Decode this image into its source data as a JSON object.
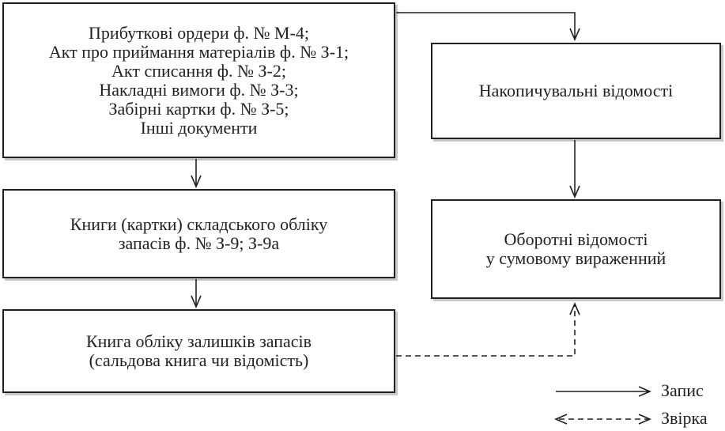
{
  "boxes": {
    "sources": {
      "lines": [
        "Прибуткові ордери ф. № М-4;",
        "Акт про приймання матеріалів ф. № З-1;",
        "Акт списання ф. № З-2;",
        "Накладні вимоги ф. № З-3;",
        "Забірні картки ф. № З-5;",
        "Інші документи"
      ]
    },
    "stock_cards": {
      "lines": [
        "Книги (картки)  складського обліку",
        "запасів ф. № З-9; З-9а"
      ]
    },
    "balance_book": {
      "lines": [
        "Книга обліку залишків запасів",
        "(сальдова книга чи відомість)"
      ]
    },
    "cumulative": {
      "lines": [
        "Накопичувальні відомості"
      ]
    },
    "turnover": {
      "lines": [
        "Оборотні відомості",
        "у сумовому вираженний"
      ]
    }
  },
  "legend": {
    "record_label": "Запис",
    "check_label": "Звірка"
  },
  "colors": {
    "ink": "#231f20",
    "shadow": "#c7c7c7"
  }
}
